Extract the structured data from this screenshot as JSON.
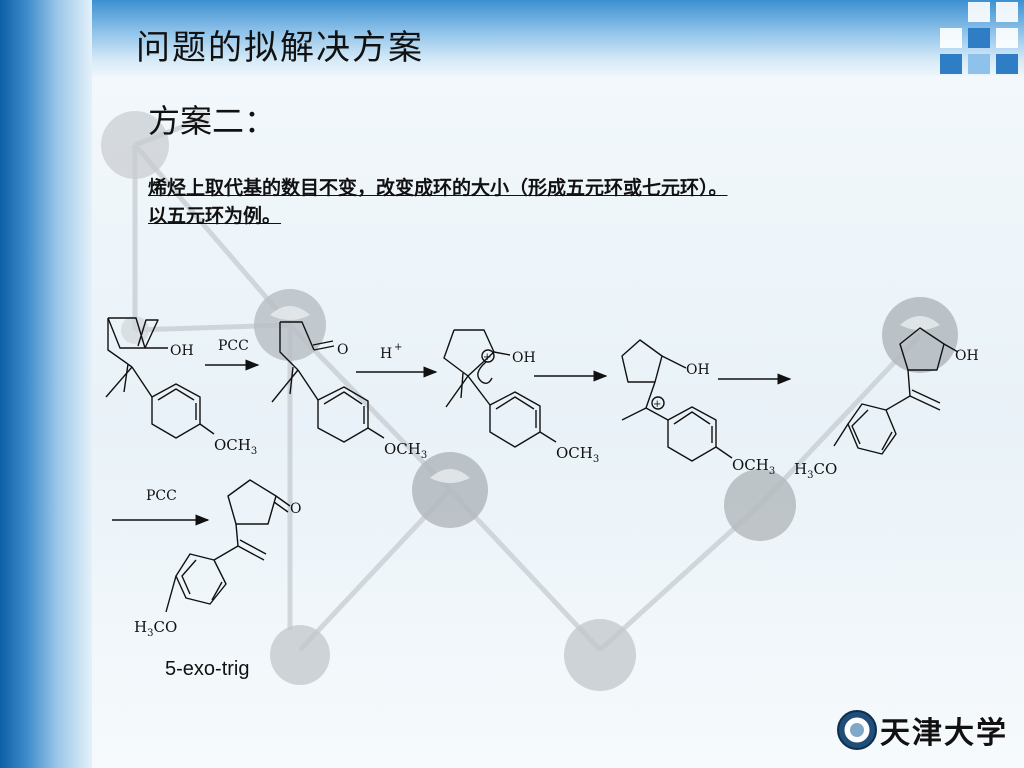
{
  "title": "问题的拟解决方案",
  "subtitle": "方案二：",
  "description": {
    "line1": "烯烃上取代基的数目不变，改变成环的大小（形成五元环或七元环）。",
    "line2": "以五元环为例。"
  },
  "scheme": {
    "reagent_pcc": "PCC",
    "reagent_h": "H",
    "reagent_h_sup": "+",
    "oh": "OH",
    "o": "O",
    "och3": "OCH",
    "h3co": "H",
    "co": "CO",
    "sub3": "3",
    "plus": "+"
  },
  "reaction_type": "5-exo-trig",
  "logo": {
    "name": "天津大学",
    "icon": "university-seal-icon"
  },
  "colors": {
    "accent": "#2f7dc4",
    "light_accent": "#8ec2ea",
    "text": "#111111"
  }
}
